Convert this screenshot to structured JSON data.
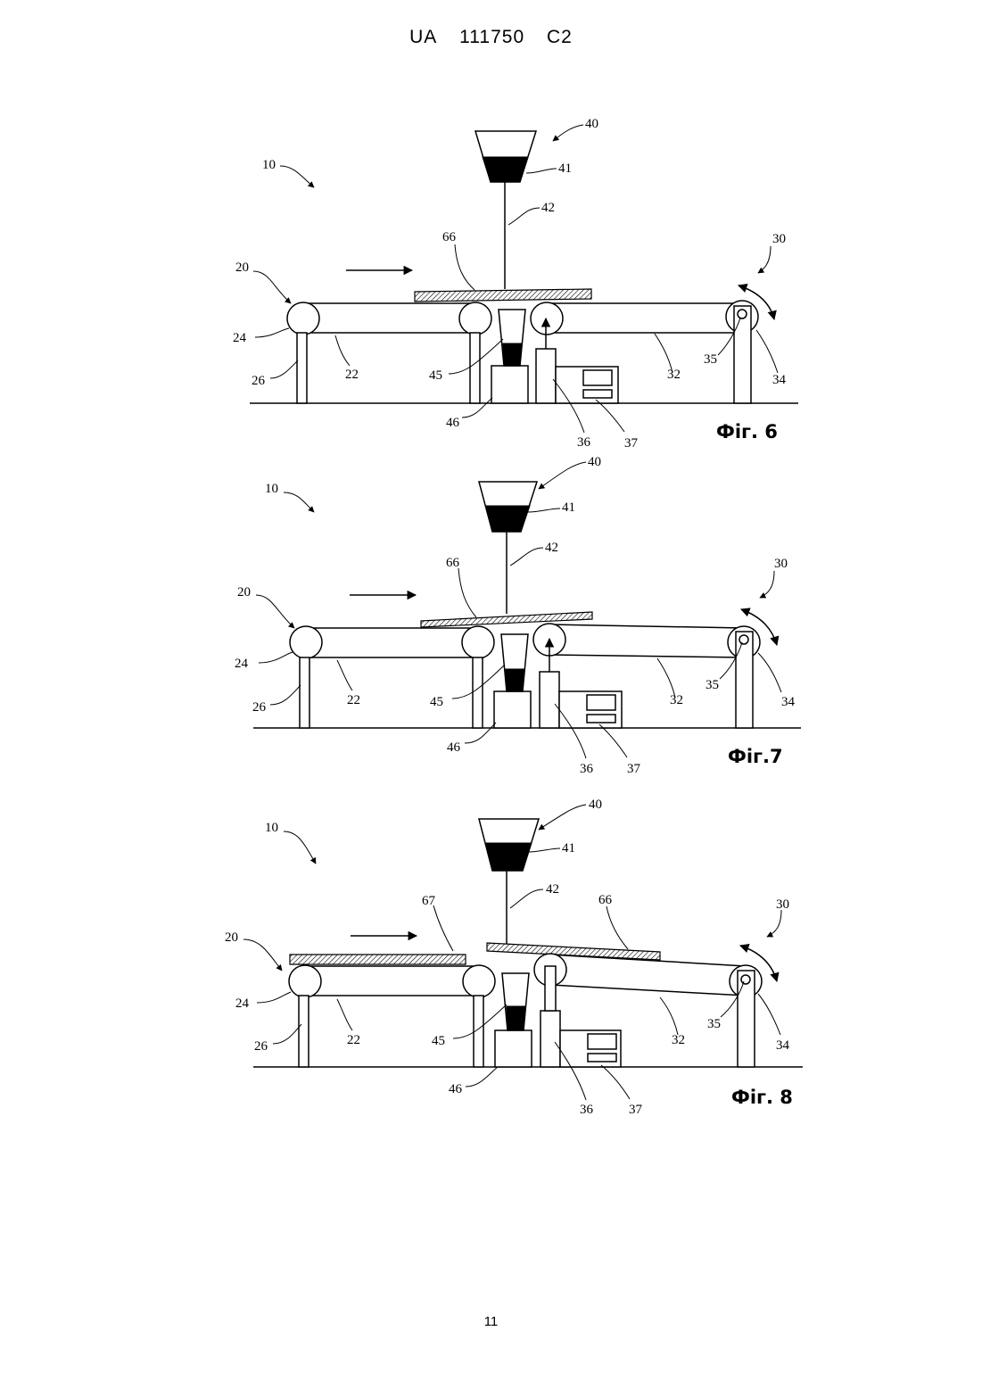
{
  "header": {
    "country": "UA",
    "number": "111750",
    "kind": "C2"
  },
  "page_number": "11",
  "figures": [
    {
      "caption": "Фіг. 6",
      "labels": {
        "l10": "10",
        "l20": "20",
        "l22": "22",
        "l24": "24",
        "l26": "26",
        "l30": "30",
        "l32": "32",
        "l34": "34",
        "l35": "35",
        "l36": "36",
        "l37": "37",
        "l40": "40",
        "l41": "41",
        "l42": "42",
        "l45": "45",
        "l46": "46",
        "l66": "66"
      }
    },
    {
      "caption": "Фіг.7",
      "labels": {
        "l10": "10",
        "l20": "20",
        "l22": "22",
        "l24": "24",
        "l26": "26",
        "l30": "30",
        "l32": "32",
        "l34": "34",
        "l35": "35",
        "l36": "36",
        "l37": "37",
        "l40": "40",
        "l41": "41",
        "l42": "42",
        "l45": "45",
        "l46": "46",
        "l66": "66"
      }
    },
    {
      "caption": "Фіг. 8",
      "labels": {
        "l10": "10",
        "l20": "20",
        "l22": "22",
        "l24": "24",
        "l26": "26",
        "l30": "30",
        "l32": "32",
        "l34": "34",
        "l35": "35",
        "l36": "36",
        "l37": "37",
        "l40": "40",
        "l41": "41",
        "l42": "42",
        "l45": "45",
        "l46": "46",
        "l66": "66",
        "l67": "67"
      }
    }
  ]
}
